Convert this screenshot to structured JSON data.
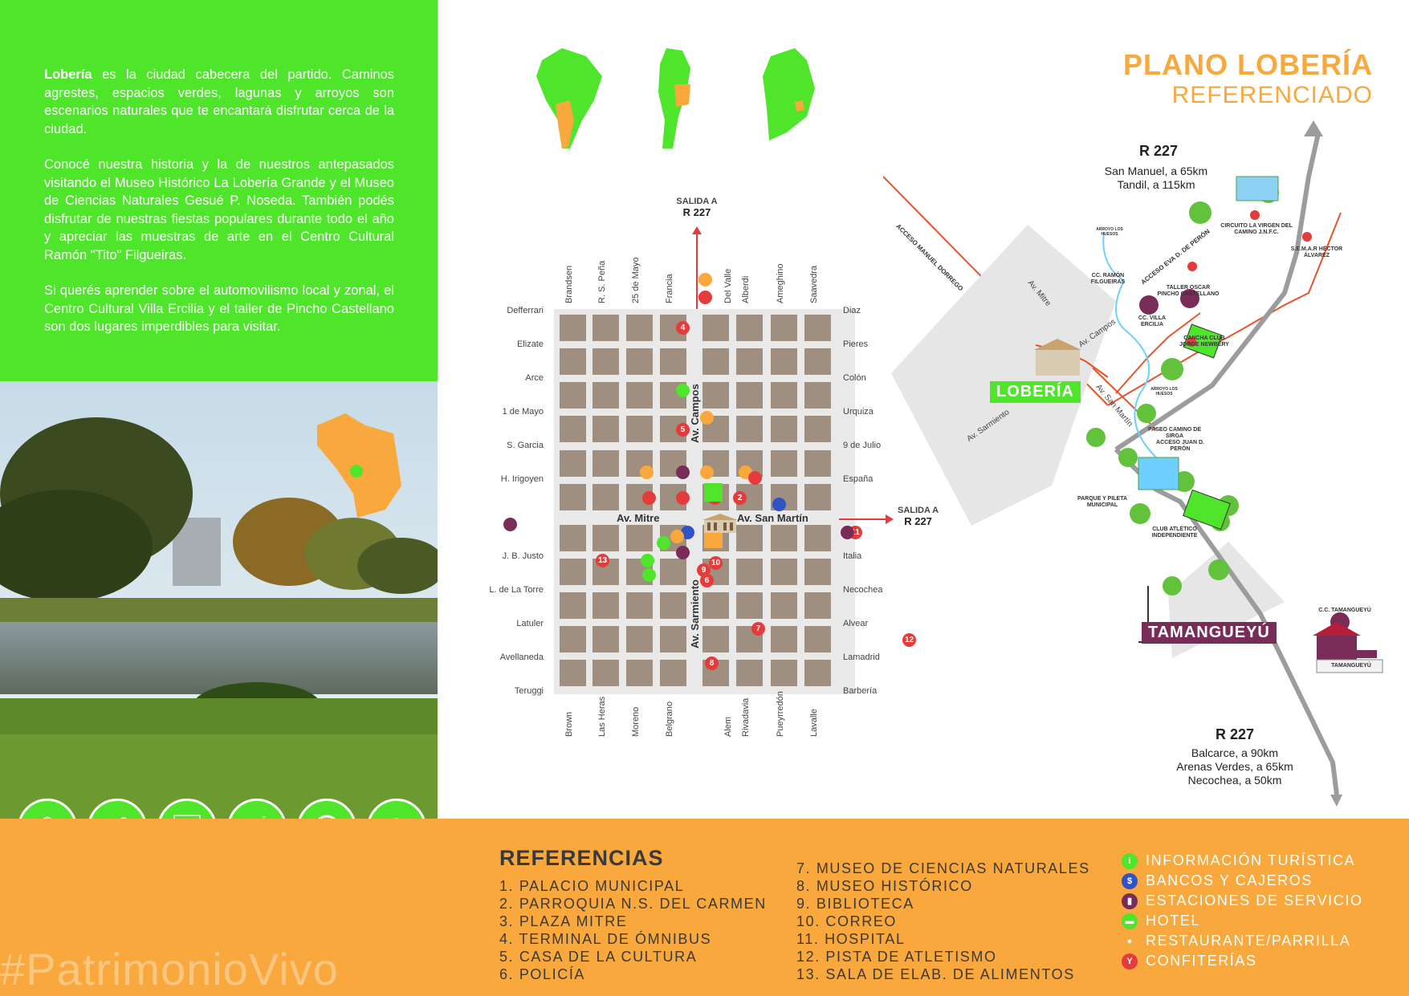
{
  "intro": {
    "p1_bold": "Lobería",
    "p1": " es la ciudad cabecera del partido. Caminos agrestes, espacios verdes, lagunas y arroyos son escenarios naturales que te encantará disfrutar cerca de la ciudad.",
    "p2": "Conocé nuestra historia y la de nuestros antepasados visitando el Museo Histórico La Lobería Grande y el Museo de Ciencias Naturales Gesué P. Noseda. También podés disfrutar de nuestras fiestas populares durante todo el año y apreciar las muestras de arte en el Centro Cultural Ramón \"Tito\" Filgueiras.",
    "p3": "Si querés aprender sobre el automovilismo local y zonal, el Centro Cultural Villa Ercilia y el taller de Pincho Castellano son dos lugares imperdibles para visitar."
  },
  "hashtag": "#PatrimonioVivo",
  "category_icons": [
    "museum-icon",
    "swimming-icon",
    "park-icon",
    "hotel-icon",
    "info-icon",
    "restaurant-icon"
  ],
  "map_title": {
    "line1": "PLANO LOBERÍA",
    "line2": "REFERENCIADO"
  },
  "exit": {
    "label1": "SALIDA A",
    "road1": "R 227",
    "label2": "SALIDA A",
    "road2": "R 227"
  },
  "streets_top": [
    "Brandsen",
    "R. S. Peña",
    "25 de Mayo",
    "Francia",
    "Del Valle",
    "Alberdi",
    "Ameghino",
    "Saavedra"
  ],
  "streets_bottom": [
    "Brown",
    "Las Heras",
    "Moreno",
    "Belgrano",
    "Alem",
    "Rivadavia",
    "Pueyrredón",
    "Lavalle"
  ],
  "streets_left": [
    "Defferrari",
    "Elizate",
    "Arce",
    "1 de Mayo",
    "S. Garcia",
    "H. Irigoyen",
    "",
    "J. B. Justo",
    "L. de La Torre",
    "Latuler",
    "Avellaneda",
    "Teruggi"
  ],
  "streets_right": [
    "Diaz",
    "Pieres",
    "Colón",
    "Urquiza",
    "9 de Julio",
    "España",
    "",
    "Italia",
    "Necochea",
    "Alvear",
    "Lamadrid",
    "Barbería"
  ],
  "avenues": {
    "campos": "Av. Campos",
    "mitre": "Av. Mitre",
    "san_martin": "Av. San Martín",
    "sarmiento": "Av. Sarmiento"
  },
  "region": {
    "r227_north": {
      "road": "R 227",
      "line1": "San Manuel, a 65km",
      "line2": "Tandil, a 115km"
    },
    "r227_south": {
      "road": "R 227",
      "line1": "Balcarce, a 90km",
      "line2": "Arenas Verdes, a 65km",
      "line3": "Necochea, a 50km"
    },
    "city": "LOBERÍA",
    "town": "TAMANGUEYÚ",
    "roads": {
      "dorrego": "ACCESO MANUEL DORREGO",
      "eva": "ACCESO EVA D. DE PERÓN",
      "mitre": "Av. Mitre",
      "campos": "Av. Campos",
      "sanmartin": "Av. San Martín",
      "sarmiento": "Av. Sarmiento"
    },
    "places": {
      "circuito": "CIRCUITO LA VIRGEN DEL CAMINO J.N.F.C.",
      "semar": "S.E.M.A.R HÉCTOR ÁLVAREZ",
      "ramon": "CC. RAMÓN FILGUEIRAS",
      "taller": "TALLER OSCAR PINCHO CASTELLANO",
      "ercilia": "CC. VILLA ERCILIA",
      "cancha": "CANCHA CLUB JORGE NEWBERY",
      "sirga": "PASEO CAMINO DE SIRGA",
      "acceso_peron": "ACCESO JUAN D. PERÓN",
      "parque": "PARQUE Y PILETA MUNICIPAL",
      "club": "CLUB ATLÉTICO INDEPENDIENTE",
      "cc_tama": "C.C. TAMANGUEYÚ",
      "tama_sign": "TAMANGUEYÚ",
      "arroyo1": "ARROYO LOS HUESOS",
      "arroyo2": "ARROYO LOS HUESOS"
    }
  },
  "references": {
    "title": "REFERENCIAS",
    "col1": [
      "1. PALACIO MUNICIPAL",
      "2. PARROQUIA N.S. DEL CARMEN",
      "3. PLAZA MITRE",
      "4. TERMINAL DE ÓMNIBUS",
      "5. CASA DE LA CULTURA",
      "6. POLICÍA"
    ],
    "col2": [
      "7. MUSEO DE CIENCIAS NATURALES",
      "8. MUSEO HISTÓRICO",
      "9. BIBLIOTECA",
      "10. CORREO",
      "11. HOSPITAL",
      "12. PISTA DE ATLETISMO",
      "13. SALA DE ELAB. DE ALIMENTOS"
    ],
    "legend": [
      "INFORMACIÓN TURÍSTICA",
      "BANCOS Y CAJEROS",
      "ESTACIONES DE SERVICIO",
      "HOTEL",
      "RESTAURANTE/PARRILLA",
      "CONFITERÍAS"
    ]
  },
  "colors": {
    "green": "#4ee52b",
    "orange": "#f8a83d",
    "purple": "#7a2c59",
    "red": "#e63b3b",
    "blue": "#2f52c4",
    "block": "#9f8f80"
  }
}
